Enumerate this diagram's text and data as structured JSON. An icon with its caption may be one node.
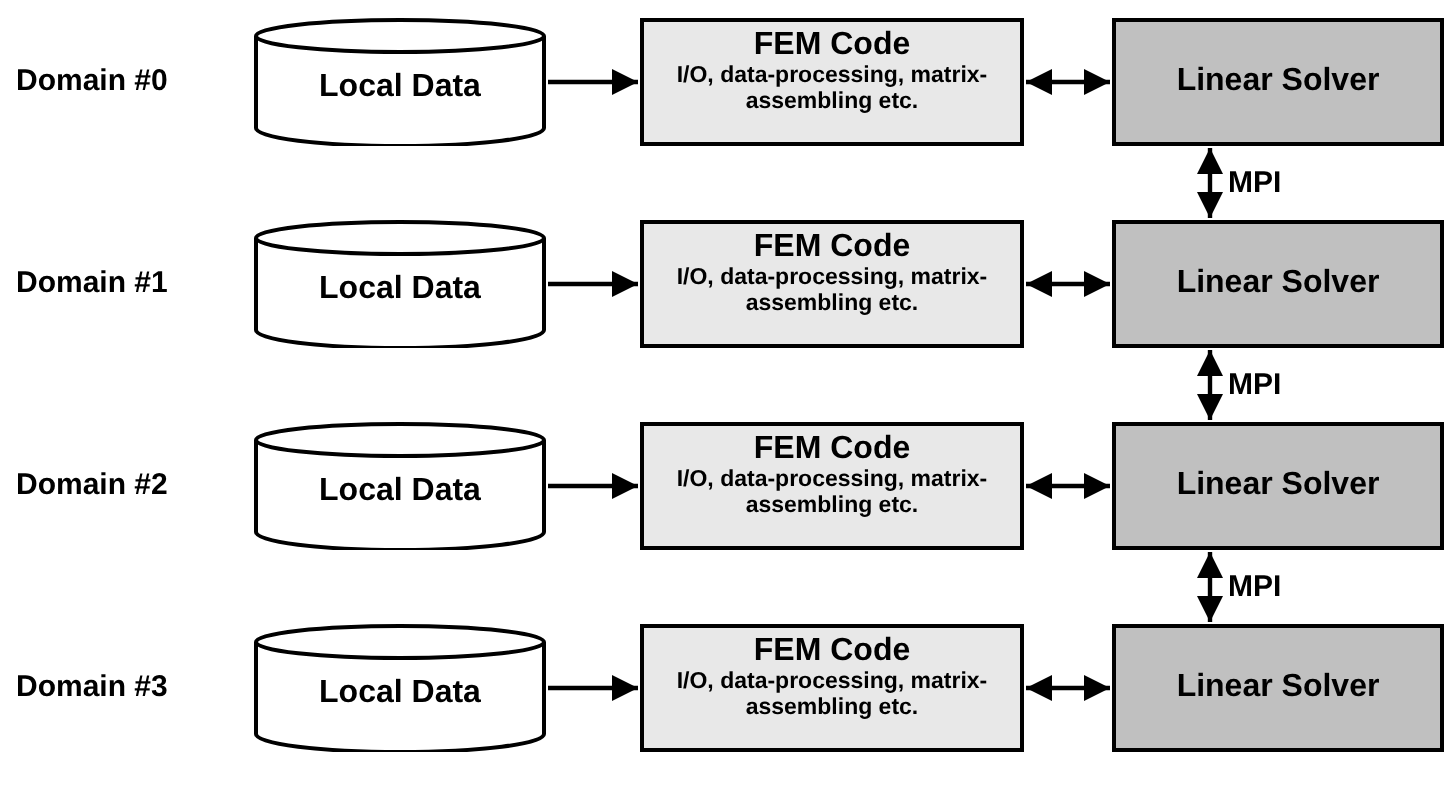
{
  "diagram": {
    "nodes": [
      {
        "text": [
          "Local Data"
        ],
        "beside": [
          "Domain #0"
        ]
      },
      {
        "text": [
          "FEM Code",
          "I/O, data-processing, matrix-assembling etc."
        ]
      },
      {
        "text": [
          "Linear Solver"
        ]
      },
      {
        "text": [
          "Local Data"
        ],
        "beside": [
          "Domain #1"
        ]
      },
      {
        "text": [
          "FEM Code",
          "I/O, data-processing, matrix-assembling etc."
        ]
      },
      {
        "text": [
          "Linear Solver"
        ]
      },
      {
        "text": [
          "Local Data"
        ],
        "beside": [
          "Domain #2"
        ]
      },
      {
        "text": [
          "FEM Code",
          "I/O, data-processing, matrix-assembling etc."
        ]
      },
      {
        "text": [
          "Linear Solver"
        ]
      },
      {
        "text": [
          "Local Data"
        ],
        "beside": [
          "Domain #3"
        ]
      },
      {
        "text": [
          "FEM Code",
          "I/O, data-processing, matrix-assembling etc."
        ]
      },
      {
        "text": [
          "Linear Solver"
        ]
      }
    ],
    "edges": [
      {
        "from": 0,
        "to": 1,
        "arrow": "to"
      },
      {
        "from": 1,
        "to": 2,
        "arrow": "both"
      },
      {
        "from": 3,
        "to": 4,
        "arrow": "to"
      },
      {
        "from": 4,
        "to": 5,
        "arrow": "both"
      },
      {
        "from": 6,
        "to": 7,
        "arrow": "to"
      },
      {
        "from": 7,
        "to": 8,
        "arrow": "both"
      },
      {
        "from": 9,
        "to": 10,
        "arrow": "to"
      },
      {
        "from": 10,
        "to": 11,
        "arrow": "both"
      },
      {
        "from": 2,
        "to": 5,
        "arrow": "both",
        "label": "MPI"
      },
      {
        "from": 5,
        "to": 8,
        "arrow": "both",
        "label": "MPI"
      },
      {
        "from": 8,
        "to": 11,
        "arrow": "both",
        "label": "MPI"
      }
    ]
  }
}
